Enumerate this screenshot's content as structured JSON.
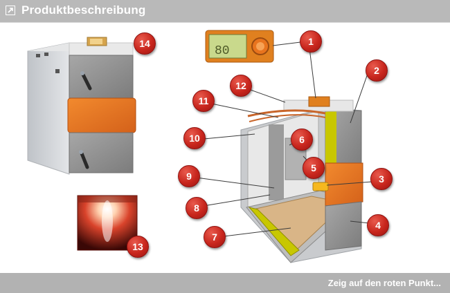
{
  "header": {
    "title": "Produktbeschreibung",
    "icon": "external-link-arrow-icon"
  },
  "footer": {
    "hint": "Zeig auf den roten Punkt..."
  },
  "colors": {
    "header_bg": "#b9b9b9",
    "footer_bg": "#b2b2b2",
    "pin_red": "#c8261d",
    "boiler_orange": "#e8741e",
    "panel_gray": "#8c8c8c"
  },
  "hotspots": [
    {
      "number": "1"
    },
    {
      "number": "2"
    },
    {
      "number": "3"
    },
    {
      "number": "4"
    },
    {
      "number": "5"
    },
    {
      "number": "6"
    },
    {
      "number": "7"
    },
    {
      "number": "8"
    },
    {
      "number": "9"
    },
    {
      "number": "10"
    },
    {
      "number": "11"
    },
    {
      "number": "12"
    },
    {
      "number": "13"
    },
    {
      "number": "14"
    }
  ],
  "display_panel": {
    "readout": "80"
  }
}
